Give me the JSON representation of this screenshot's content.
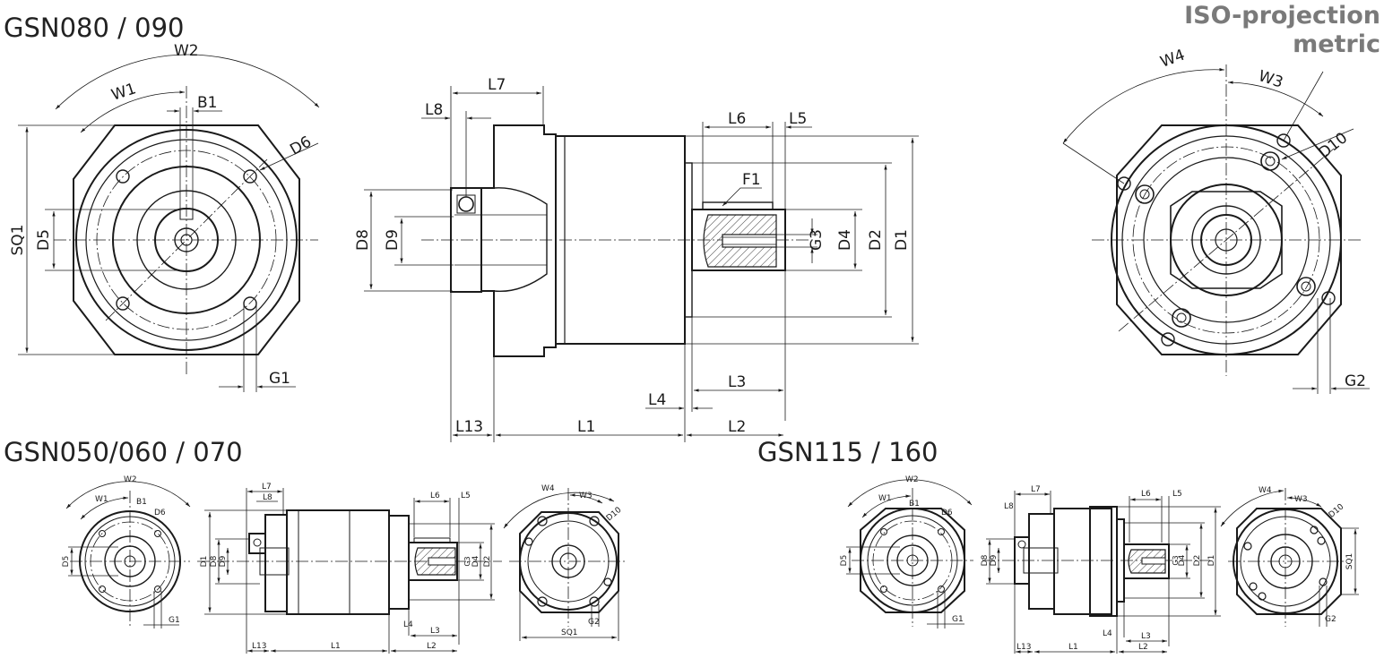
{
  "titles": {
    "main": "GSN080 / 090",
    "small_left": "GSN050/060 / 070",
    "small_right": "GSN115 / 160"
  },
  "projection": {
    "line1": "ISO-projection",
    "line2": "metric"
  },
  "main_front_labels": {
    "w2": "W2",
    "w1": "W1",
    "b1": "B1",
    "d6": "D6",
    "sq1": "SQ1",
    "d5": "D5",
    "g1": "G1"
  },
  "main_side_labels": {
    "l7": "L7",
    "l8": "L8",
    "l6": "L6",
    "l5": "L5",
    "f1": "F1",
    "d8": "D8",
    "d9": "D9",
    "g3": "G3",
    "d4": "D4",
    "d2": "D2",
    "d1": "D1",
    "l3": "L3",
    "l4": "L4",
    "l13": "L13",
    "l1": "L1",
    "l2": "L2"
  },
  "main_rear_labels": {
    "w4": "W4",
    "w3": "W3",
    "d10": "D10",
    "g2": "G2"
  },
  "small_left_labels": {
    "w2": "W2",
    "w1": "W1",
    "b1": "B1",
    "d6": "D6",
    "d5": "D5",
    "g1": "G1",
    "l7": "L7",
    "l8": "L8",
    "l6": "L6",
    "l5": "L5",
    "d1": "D1",
    "d8": "D8",
    "d9": "D9",
    "g3": "G3",
    "d4": "D4",
    "d2": "D2",
    "l4": "L4",
    "l3": "L3",
    "l13": "L13",
    "l1": "L1",
    "l2": "L2",
    "w4": "W4",
    "w3": "W3",
    "d10": "D10",
    "g2": "G2",
    "sq1": "SQ1"
  },
  "small_right_labels": {
    "w2": "W2",
    "w1": "W1",
    "b1": "B1",
    "d6": "D6",
    "d5": "D5",
    "g1": "G1",
    "l7": "L7",
    "l8": "L8",
    "l6": "L6",
    "l5": "L5",
    "d8": "D8",
    "d9": "D9",
    "g3": "G3",
    "d4": "D4",
    "d2": "D2",
    "d1": "D1",
    "l4": "L4",
    "l3": "L3",
    "l13": "L13",
    "l1": "L1",
    "l2": "L2",
    "w4": "W4",
    "w3": "W3",
    "d10": "D10",
    "sq1": "SQ1",
    "g2": "G2"
  }
}
